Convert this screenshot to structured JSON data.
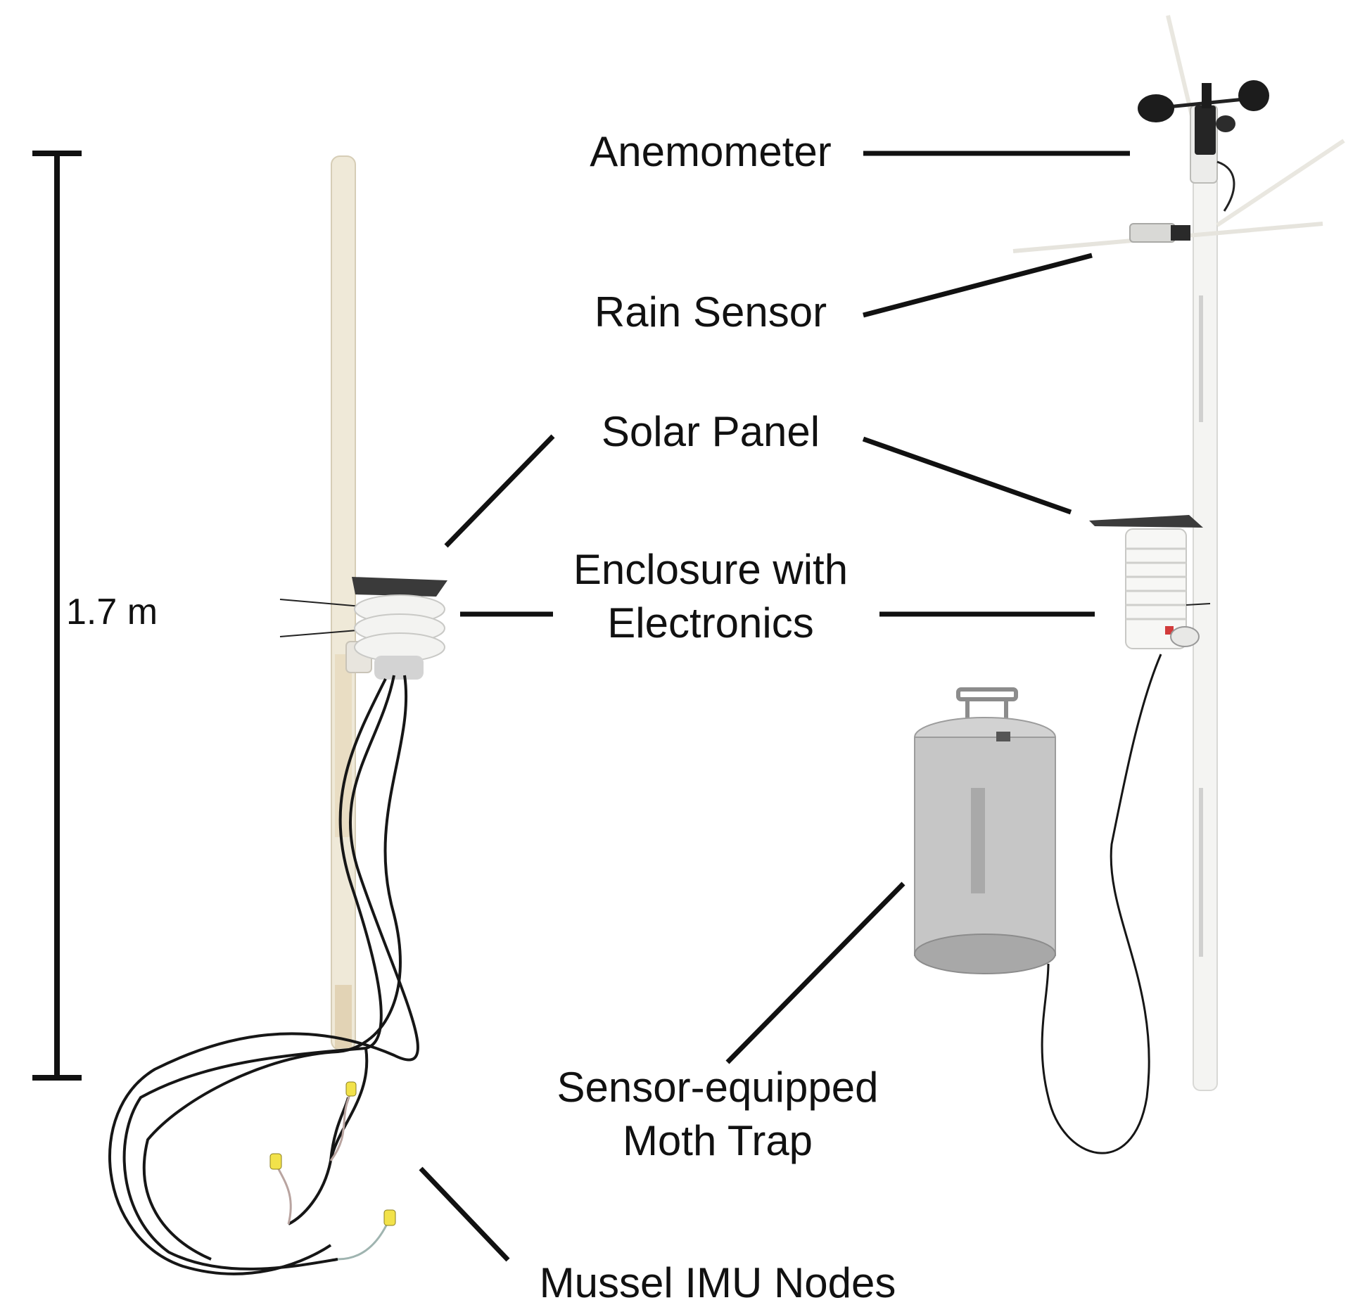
{
  "figure": {
    "scale": {
      "text": "1.7 m"
    },
    "labels": {
      "anemometer": "Anemometer",
      "rain_sensor": "Rain Sensor",
      "solar_panel": "Solar Panel",
      "enclosure_line1": "Enclosure with",
      "enclosure_line2": "Electronics",
      "moth_trap_line1": "Sensor-equipped",
      "moth_trap_line2": "Moth Trap",
      "mussel_nodes": "Mussel IMU Nodes"
    },
    "colors": {
      "text": "#111111",
      "leader_line": "#111111",
      "pole": "#efe9d8",
      "cable": "#161616",
      "mesh": "#bdbdbd",
      "panel": "#3a3a3a",
      "connector": "#f2e24a"
    }
  }
}
